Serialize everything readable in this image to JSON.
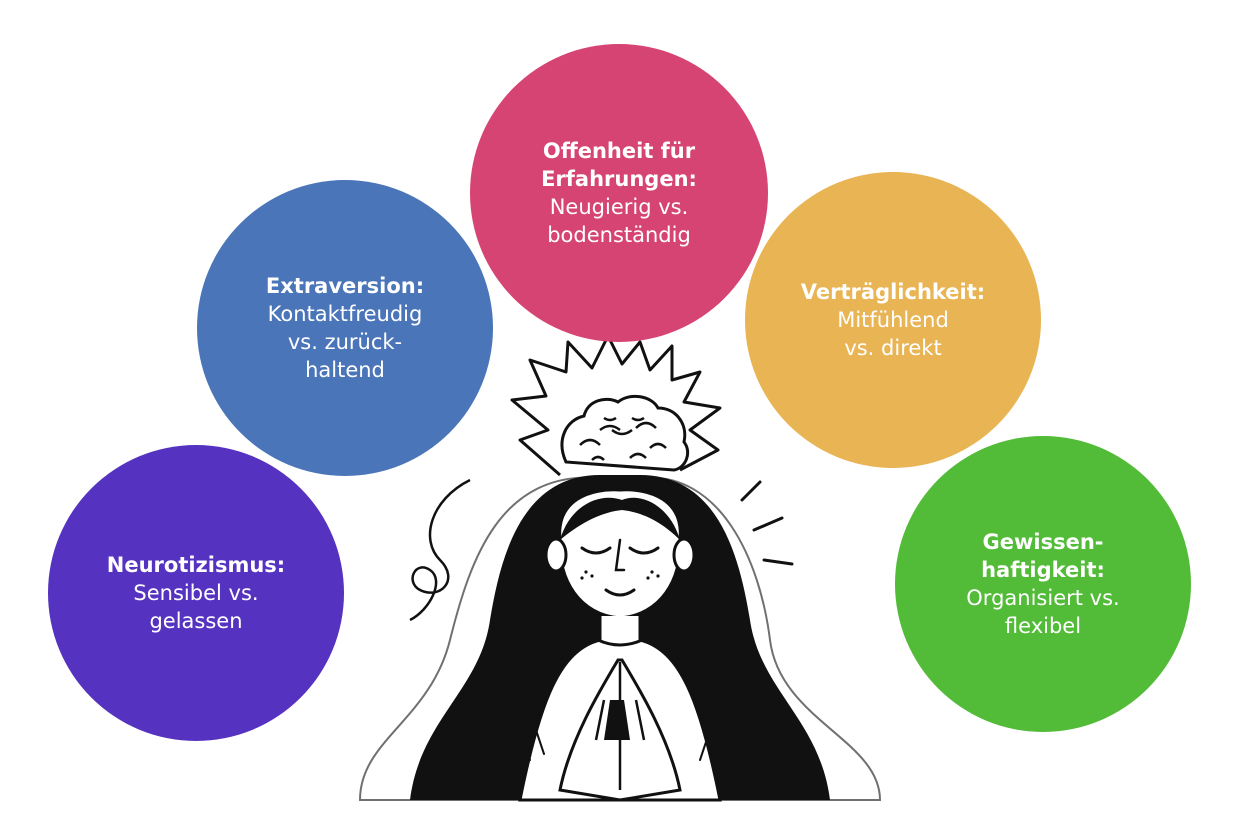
{
  "traits": [
    {
      "id": "neuro",
      "title": "Neurotizismus:",
      "desc": "Sensibel vs.\ngelassen",
      "color": "#5533c0"
    },
    {
      "id": "extra",
      "title": "Extraversion:",
      "desc": "Kontaktfreudig\nvs. zurück-\nhaltend",
      "color": "#4a75b8"
    },
    {
      "id": "open",
      "title": "Offenheit für\nErfahrungen:",
      "desc": "Neugierig vs.\nbodenständig",
      "color": "#d64473"
    },
    {
      "id": "vertr",
      "title": "Verträglichkeit:",
      "desc": "Mitfühlend\nvs. direkt",
      "color": "#e8b454"
    },
    {
      "id": "gew",
      "title": "Gewissen-\nhaftigkeit:",
      "desc": "Organisiert vs.\nflexibel",
      "color": "#52bb38"
    }
  ],
  "illustration": {
    "icon": "woman-with-brain-crown-illustration"
  }
}
